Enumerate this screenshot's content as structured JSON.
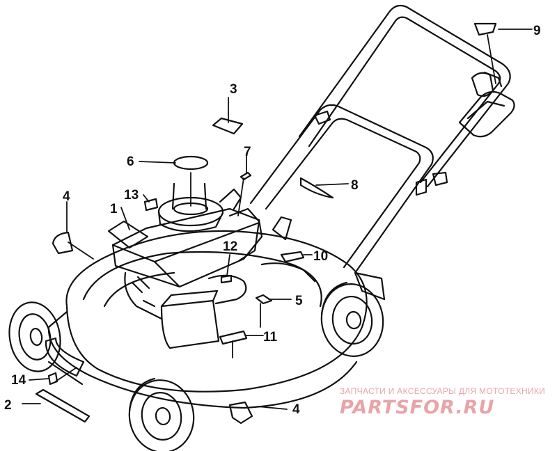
{
  "callouts": [
    {
      "id": "1",
      "text": "1"
    },
    {
      "id": "2",
      "text": "2"
    },
    {
      "id": "3",
      "text": "3"
    },
    {
      "id": "4a",
      "text": "4"
    },
    {
      "id": "4b",
      "text": "4"
    },
    {
      "id": "5",
      "text": "5"
    },
    {
      "id": "6",
      "text": "6"
    },
    {
      "id": "7",
      "text": "7"
    },
    {
      "id": "8",
      "text": "8"
    },
    {
      "id": "9",
      "text": "9"
    },
    {
      "id": "10",
      "text": "10"
    },
    {
      "id": "11",
      "text": "11"
    },
    {
      "id": "12",
      "text": "12"
    },
    {
      "id": "13",
      "text": "13"
    },
    {
      "id": "14",
      "text": "14"
    }
  ],
  "watermark": {
    "tagline": "ЗАПЧАСТИ И АКСЕССУАРЫ ДЛЯ МОТОТЕХНИКИ",
    "brand": "PARTSFOR.RU",
    "color": "#e8a4a8"
  }
}
